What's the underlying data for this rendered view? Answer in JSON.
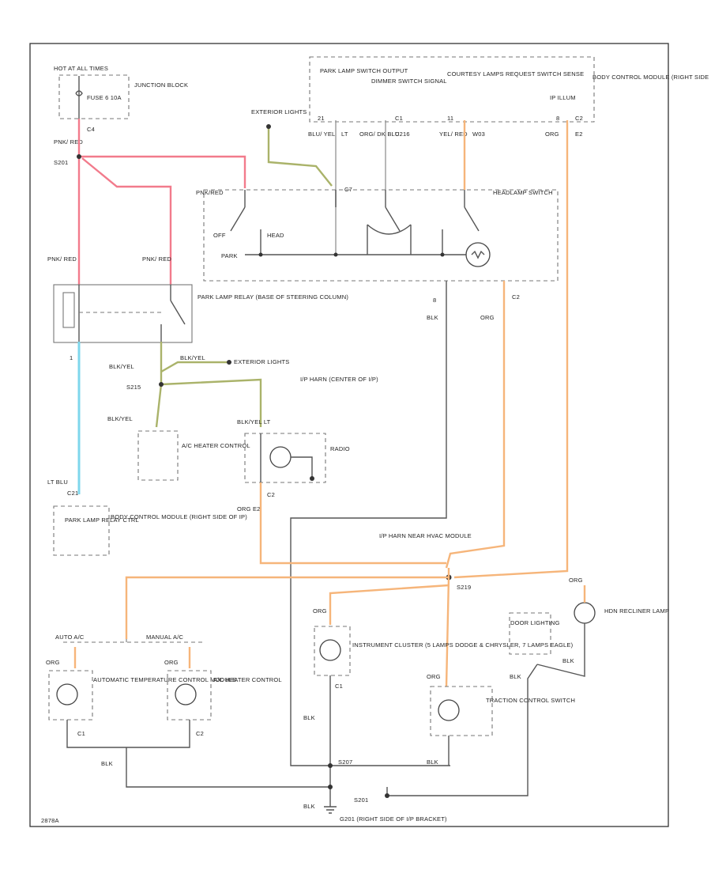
{
  "labels": {
    "hot_at_all_times": "HOT AT ALL TIMES",
    "fuse": "FUSE 6 10A",
    "junction_block": "JUNCTION BLOCK",
    "c4": "C4",
    "pnk_red_top": "PNK/ RED",
    "s201": "S201",
    "exterior_lights_top": "EXTERIOR LIGHTS",
    "park_lamp_switch": "PARK LAMP SWITCH OUTPUT",
    "dimmer_switch": "DIMMER SWITCH SIGNAL",
    "courtesy_lamps": "COURTESY LAMPS REQUEST SWITCH SENSE",
    "ip_illum": "IP ILLUM",
    "body_control_top": "BODY CONTROL MODULE (RIGHT SIDE OF IP)",
    "pin21": "21",
    "pin_c1": "C1",
    "pin11": "11",
    "pin8": "8",
    "pin_c2": "C2",
    "blu_yel": "BLU/ YEL",
    "lt": "LT",
    "org_dk_blu": "ORG/ DK BLU",
    "c216": "C216",
    "yel_red": "YEL/ RED",
    "w03": "W03",
    "org_e2": "ORG",
    "e2": "E2",
    "pnk_red_mid": "PNK/RED",
    "c7_1": "C7",
    "headlamp_switch": "HEADLAMP SWITCH",
    "off": "OFF",
    "head": "HEAD",
    "park": "PARK",
    "pnk_red_l": "PNK/ RED",
    "pnk_red_r": "PNK/ RED",
    "park_lamp_relay": "PARK LAMP RELAY (BASE OF STEERING COLUMN)",
    "blk_8": "8",
    "blk_lbl": "BLK",
    "org_c2": "C2",
    "org_lbl": "ORG",
    "blk_yel_1": "BLK/YEL",
    "s215": "S215",
    "blk_yel_wire": "BLK/YEL",
    "exterior_lights_mid": "EXTERIOR LIGHTS",
    "ip_harn": "I/P HARN (CENTER OF I/P)",
    "blk_yel_2": "BLK/YEL",
    "blk_yel_lt": "BLK/YEL LT",
    "ac_heater_control_top": "A/C HEATER CONTROL",
    "radio": "RADIO",
    "c2_radio": "C2",
    "org_e2_radio": "ORG  E2",
    "lt_blu": "LT BLU",
    "c21": "C21",
    "park_lamp_relay_ctrl": "PARK LAMP RELAY CTRL",
    "body_control_left": "BODY CONTROL MODULE (RIGHT SIDE OF IP)",
    "ip_harn_near": "I/P HARN NEAR HVAC MODULE",
    "s219": "S219",
    "org_right": "ORG",
    "auto_ac": "AUTO A/C",
    "manual_ac": "MANUAL A/C",
    "org_left": "ORG",
    "org_mid": "ORG",
    "atc_module": "AUTOMATIC TEMPERATURE CONTROL MODULE",
    "ac_heater_control_bot": "A/C HEATER CONTROL",
    "c1_bot": "C1",
    "c2_bot": "C2",
    "blk_bot": "BLK",
    "org_cluster": "ORG",
    "instrument_cluster": "INSTRUMENT CLUSTER (5 LAMPS DODGE & CHRYSLER, 7 LAMPS EAGLE)",
    "c1_cluster": "C1",
    "blk_cluster": "BLK",
    "org_traction": "ORG",
    "traction_control": "TRACTION CONTROL SWITCH",
    "door_lighting": "DOOR LIGHTING",
    "blk_door": "BLK",
    "blk_right": "BLK",
    "gear_recline": "HDN RECLINER LAMP",
    "s207": "S207",
    "blk_s207": "BLK",
    "blk_ground": "BLK",
    "s201_ground": "S201",
    "g201": "G201 (RIGHT SIDE OF I/P BRACKET)",
    "code": "2878A"
  },
  "colors": {
    "frame": "#333333",
    "wire_black": "#555555",
    "wire_pink": "#f27b8c",
    "wire_orange": "#f6b57a",
    "wire_yellow": "#aab36a",
    "wire_cyan": "#7fd7ec"
  }
}
